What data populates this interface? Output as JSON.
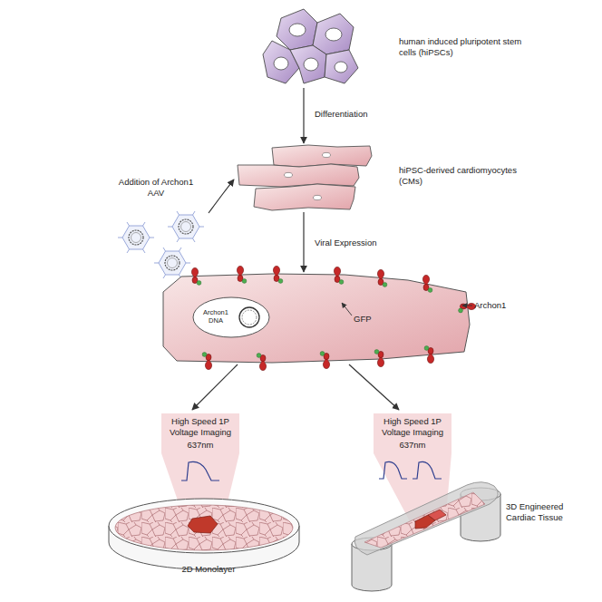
{
  "diagram": {
    "nodes": [
      {
        "text": [
          "human induced pluripotent stem cells (hiPSCs)"
        ]
      },
      {
        "text": [
          "hiPSC-derived cardiomyocytes (CMs)"
        ]
      },
      {
        "text": [
          "Addition of Archon1 AAV"
        ]
      },
      {
        "text": [
          "GFP",
          "Archon1"
        ]
      },
      {
        "text": [
          "Archon1 DNA"
        ],
        "in": 3
      },
      {
        "text": [
          "2D Monolayer"
        ]
      },
      {
        "text": [
          "3D Engineered Cardiac Tissue"
        ]
      }
    ],
    "edges": [
      {
        "from": 0,
        "to": 1,
        "label": "Differentiation",
        "arrow": "to"
      },
      {
        "from": 2,
        "to": 1,
        "arrow": "to"
      },
      {
        "from": 1,
        "to": 3,
        "label": "Viral Expression",
        "arrow": "to"
      },
      {
        "from": 3,
        "to": 5,
        "arrow": "to"
      },
      {
        "from": 3,
        "to": 6,
        "arrow": "to"
      }
    ],
    "labels": [
      "High Speed 1P Voltage Imaging",
      "637nm",
      "High Speed 1P Voltage Imaging",
      "637nm"
    ]
  }
}
